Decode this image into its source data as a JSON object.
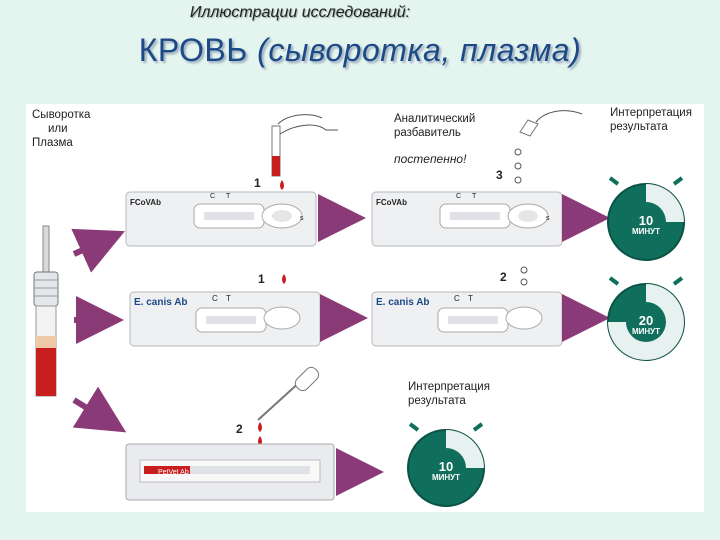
{
  "header": {
    "subtitle": "Иллюстрации исследований:",
    "title_main": "КРОВЬ ",
    "title_paren": "(сыворотка, плазма)"
  },
  "labels": {
    "sample": [
      "Сыворотка",
      "или",
      "Плазма"
    ],
    "diluent": [
      "Аналитический",
      "разбавитель"
    ],
    "gradually": "постепенно!",
    "interpret_top": [
      "Интерпретация",
      "результата"
    ],
    "interpret_mid": [
      "Интерпретация",
      "результата"
    ]
  },
  "tests": {
    "fcovab": "FCoVAb",
    "canis": "E. canis Ab",
    "strip": "PetVet Ab",
    "c": "C",
    "t": "T",
    "s": "s"
  },
  "steps": {
    "r1_drop": "1",
    "r1_diluent": "3",
    "r2_drop": "1",
    "r2_diluent": "2",
    "r3_drop": "2"
  },
  "timers": [
    {
      "value": "10",
      "unit": "МИНУТ"
    },
    {
      "value": "20",
      "unit": "МИНУТ"
    },
    {
      "value": "10",
      "unit": "МИНУТ"
    }
  ],
  "colors": {
    "arrow": "#8b3a78",
    "timer": "#0f6f5c",
    "blood": "#c81e1e",
    "title": "#1d4a86"
  }
}
